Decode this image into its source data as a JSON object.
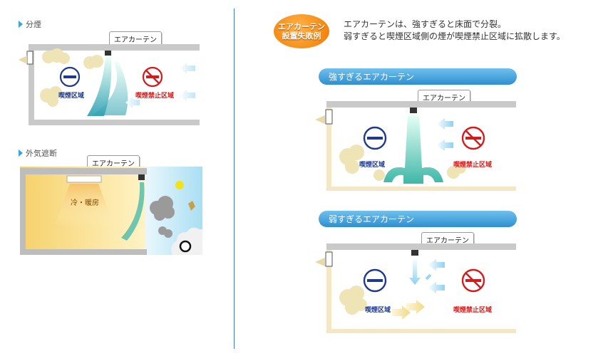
{
  "left": {
    "section1": {
      "label": "分煙",
      "curtain": "エアカーテン",
      "smoking": "喫煙区域",
      "nonsmoking": "喫煙禁止区域"
    },
    "section2": {
      "label": "外気遮断",
      "curtain": "エアカーテン",
      "ac": "冷・暖房"
    }
  },
  "right": {
    "badge": {
      "line1": "エアカーテン",
      "line2": "設置失敗例"
    },
    "description": {
      "line1": "エアカーテンは、強すぎると床面で分裂。",
      "line2": "弱すぎると喫煙区域側の煙が喫煙禁止区域に拡散します。"
    },
    "strong": {
      "title": "強すぎるエアカーテン",
      "curtain": "エアカーテン",
      "smoking": "喫煙区域",
      "nonsmoking": "喫煙禁止区域"
    },
    "weak": {
      "title": "弱すぎるエアカーテン",
      "curtain": "エアカーテン",
      "smoking": "喫煙区域",
      "nonsmoking": "喫煙禁止区域"
    }
  },
  "colors": {
    "accent": "#3aa6d8",
    "divider": "#3a7bd5",
    "smoking_text": "#1f3a8a",
    "nonsmoking_text": "#d41a1a",
    "badge": "#f07800"
  }
}
